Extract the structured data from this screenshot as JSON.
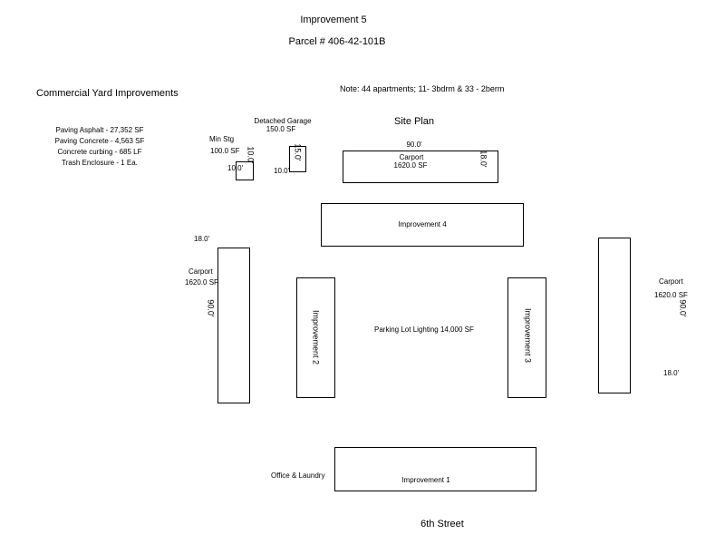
{
  "header": {
    "title": "Improvement 5",
    "parcel": "Parcel # 406-42-101B",
    "note": "Note: 44 apartments; 11- 3bdrm & 33 - 2berm",
    "site_plan": "Site Plan"
  },
  "yard": {
    "heading": "Commercial Yard Improvements",
    "items": [
      "Paving Asphalt - 27,352 SF",
      "Paving Concrete - 4,563 SF",
      "Concrete curbing - 685 LF",
      "Trash Enclosure - 1 Ea."
    ]
  },
  "min_stg": {
    "label": "Min Stg",
    "area": "100.0 SF",
    "dim_w": "10.0'",
    "dim_h": "10.0'"
  },
  "garage": {
    "label": "Detached Garage",
    "area": "150.0 SF",
    "dim_w": "10.0'",
    "dim_h": "15.0'"
  },
  "carport_top": {
    "dim_w": "90.0'",
    "label": "Carport",
    "area": "1620.0 SF",
    "dim_h": "18.0'"
  },
  "improvement4": {
    "label": "Improvement 4"
  },
  "carport_left": {
    "dim_w": "18.0'",
    "label": "Carport",
    "area": "1620.0 SF",
    "dim_h": "90.0'"
  },
  "improvement2": {
    "label": "Improvement 2"
  },
  "parking": {
    "label": "Parking  Lot Lighting  14,000 SF"
  },
  "improvement3": {
    "label": "Improvement 3"
  },
  "carport_right": {
    "label": "Carport",
    "area": "1620.0 SF",
    "dim_h": "90.0'",
    "dim_w": "18.0'"
  },
  "improvement1": {
    "office_label": "Office & Laundry",
    "label": "Improvement 1"
  },
  "street": {
    "label": "6th Street"
  }
}
